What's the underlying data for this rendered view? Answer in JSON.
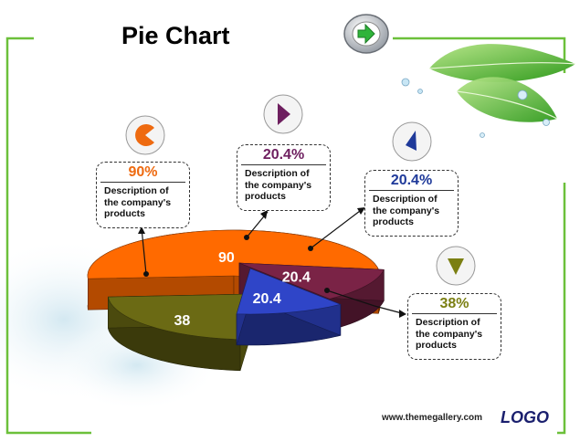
{
  "slide": {
    "title": "Pie Chart",
    "footer_url": "www.themegallery.com",
    "logo": "LOGO"
  },
  "icons": {
    "nav": "arrow-right-icon",
    "callout_icons": [
      "pie-slice-icon",
      "pie-slice-icon",
      "pie-slice-icon",
      "pie-slice-icon"
    ]
  },
  "colors": {
    "accent_green": "#5cb82e",
    "slice_orange": "#ff6a00",
    "slice_purple": "#7a2346",
    "slice_blue": "#2f45c8",
    "slice_olive": "#6b6a14",
    "pct_orange": "#ee6a10",
    "pct_purple": "#6e1f5f",
    "pct_blue": "#1f3a9a",
    "pct_olive": "#7b7f12"
  },
  "callouts": [
    {
      "pct": "90%",
      "desc": "Description of the company's products"
    },
    {
      "pct": "20.4%",
      "desc": "Description of the company's products"
    },
    {
      "pct": "20.4%",
      "desc": "Description of the company's products"
    },
    {
      "pct": "38%",
      "desc": "Description of the company's products"
    }
  ],
  "chart_data": {
    "type": "pie",
    "title": "Pie Chart",
    "categories": [
      "",
      "",
      "",
      ""
    ],
    "values": [
      90,
      20.4,
      20.4,
      38
    ],
    "value_labels": [
      "90",
      "20.4",
      "20.4",
      "38"
    ],
    "style": "3d-exploded"
  }
}
